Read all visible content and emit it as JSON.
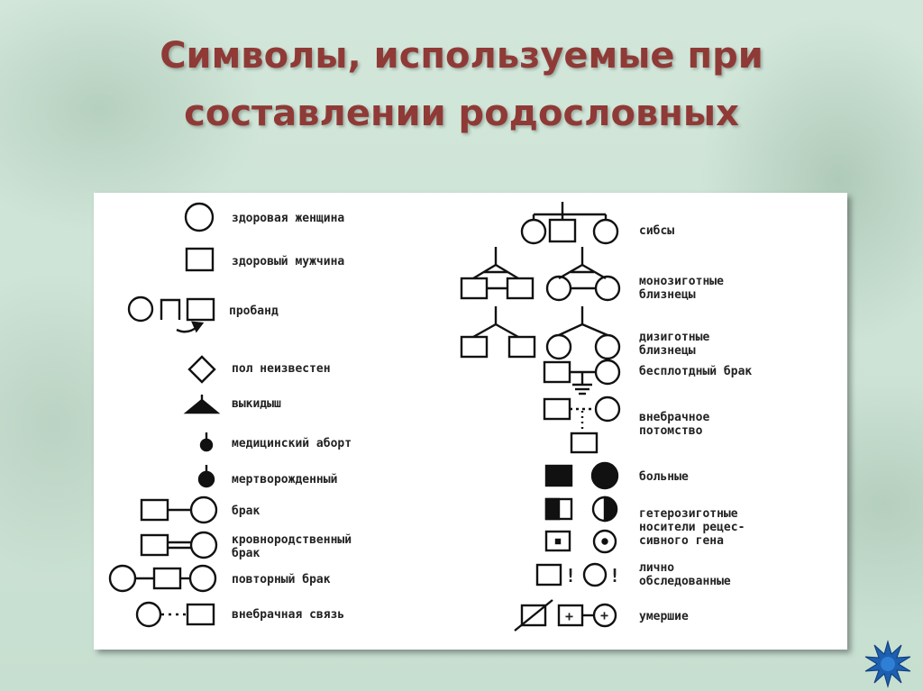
{
  "title": {
    "line1": "Символы, используемые при",
    "line2": "составлении родословных"
  },
  "left_items": [
    {
      "name": "healthy-woman",
      "label": [
        "здоровая женщина"
      ]
    },
    {
      "name": "healthy-man",
      "label": [
        "здоровый мужчина"
      ]
    },
    {
      "name": "proband",
      "label": [
        "пробанд"
      ]
    },
    {
      "name": "sex-unknown",
      "label": [
        "пол неизвестен"
      ]
    },
    {
      "name": "miscarriage",
      "label": [
        "выкидыш"
      ]
    },
    {
      "name": "medical-abortion",
      "label": [
        "медицинский аборт"
      ]
    },
    {
      "name": "stillborn",
      "label": [
        "мертворожденный"
      ]
    },
    {
      "name": "marriage",
      "label": [
        "брак"
      ]
    },
    {
      "name": "consanguineous-marriage",
      "label": [
        "кровнородственный",
        "брак"
      ]
    },
    {
      "name": "repeated-marriage",
      "label": [
        "повторный брак"
      ]
    },
    {
      "name": "extramarital-relationship",
      "label": [
        "внебрачная связь"
      ]
    }
  ],
  "right_items": [
    {
      "name": "siblings",
      "label": [
        "сибсы"
      ]
    },
    {
      "name": "monozygotic-twins",
      "label": [
        "монозиготные",
        "близнецы"
      ]
    },
    {
      "name": "dizygotic-twins",
      "label": [
        "дизиготные",
        "близнецы"
      ]
    },
    {
      "name": "infertile-marriage",
      "label": [
        "бесплотдный брак"
      ]
    },
    {
      "name": "extramarital-offspring",
      "label": [
        "внебрачное",
        "потомство"
      ]
    },
    {
      "name": "affected",
      "label": [
        "больные"
      ]
    },
    {
      "name": "heterozygous-carriers",
      "label": [
        "гетерозиготные",
        "носители рецес-",
        "сивного гена"
      ]
    },
    {
      "name": "personally-examined",
      "label": [
        "лично",
        "обследованные"
      ]
    },
    {
      "name": "deceased",
      "label": [
        "умершие"
      ]
    }
  ],
  "glyphs": {
    "exclamation": "!",
    "plus": "+"
  },
  "colors": {
    "title": "#8f3a36",
    "background": "#cfe3d6",
    "panel": "#ffffff",
    "ink": "#111111",
    "star": "#1d5fb0"
  }
}
